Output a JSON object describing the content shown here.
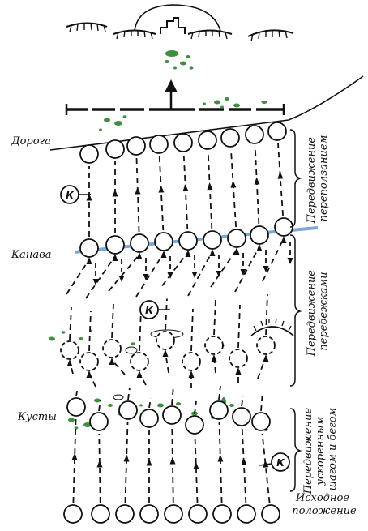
{
  "labels": {
    "road": "Дорога",
    "ditch": "Канава",
    "bushes": "Кусты"
  },
  "stages": {
    "crawl": [
      "Передвижение",
      "переползанием"
    ],
    "dash": [
      "Передвижение",
      "перебежками"
    ],
    "walk": [
      "Передвижение",
      "ускоренным",
      "шагом и бегом"
    ],
    "start": [
      "Исходное",
      "положение"
    ]
  },
  "commander_mark": "К",
  "colors": {
    "ink": "#111111",
    "ditch": "#7ea6d6",
    "bush": "#3f8f3f"
  }
}
